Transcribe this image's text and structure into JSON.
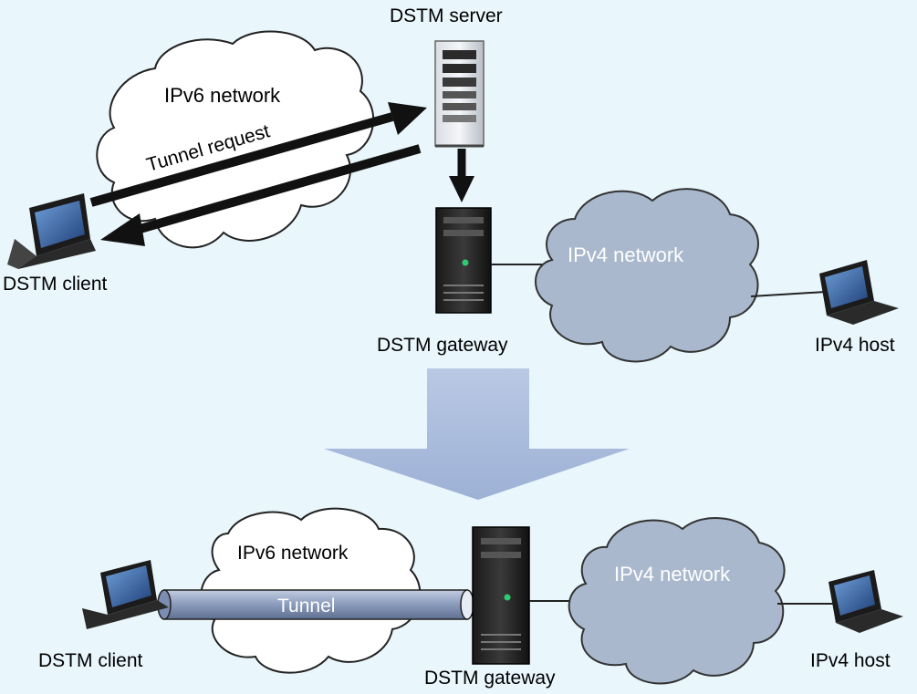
{
  "top": {
    "server_label": "DSTM server",
    "ipv6_label": "IPv6 network",
    "request_label": "Tunnel request",
    "client_label": "DSTM client",
    "gateway_label": "DSTM gateway",
    "ipv4_label": "IPv4 network",
    "host_label": "IPv4 host"
  },
  "bottom": {
    "ipv6_label": "IPv6 network",
    "tunnel_label": "Tunnel",
    "client_label": "DSTM client",
    "gateway_label": "DSTM gateway",
    "ipv4_label": "IPv4 network",
    "host_label": "IPv4 host"
  },
  "colors": {
    "background": "#e9f6fb",
    "ipv4_cloud": "#a9b8cc",
    "ipv6_cloud": "#ffffff",
    "transition_arrow": "#a8bbdb",
    "tunnel": "#8f9fc0",
    "status_led": "#2ecc71"
  }
}
